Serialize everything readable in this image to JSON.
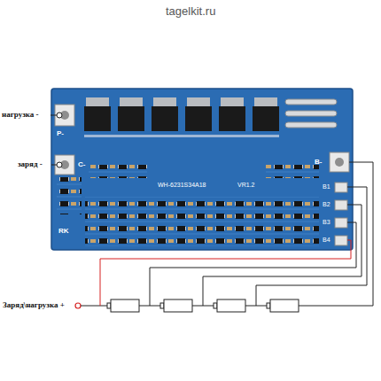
{
  "diagram": {
    "labels": [
      "tagelkit.ru",
      "нагрузка -",
      "заряд -",
      "P-",
      "C-",
      "B-",
      "WH-6231S34A18",
      "VR1.2",
      "B1",
      "B2",
      "B3",
      "B4",
      "RK",
      "Заряд\\нагрузка +"
    ]
  }
}
